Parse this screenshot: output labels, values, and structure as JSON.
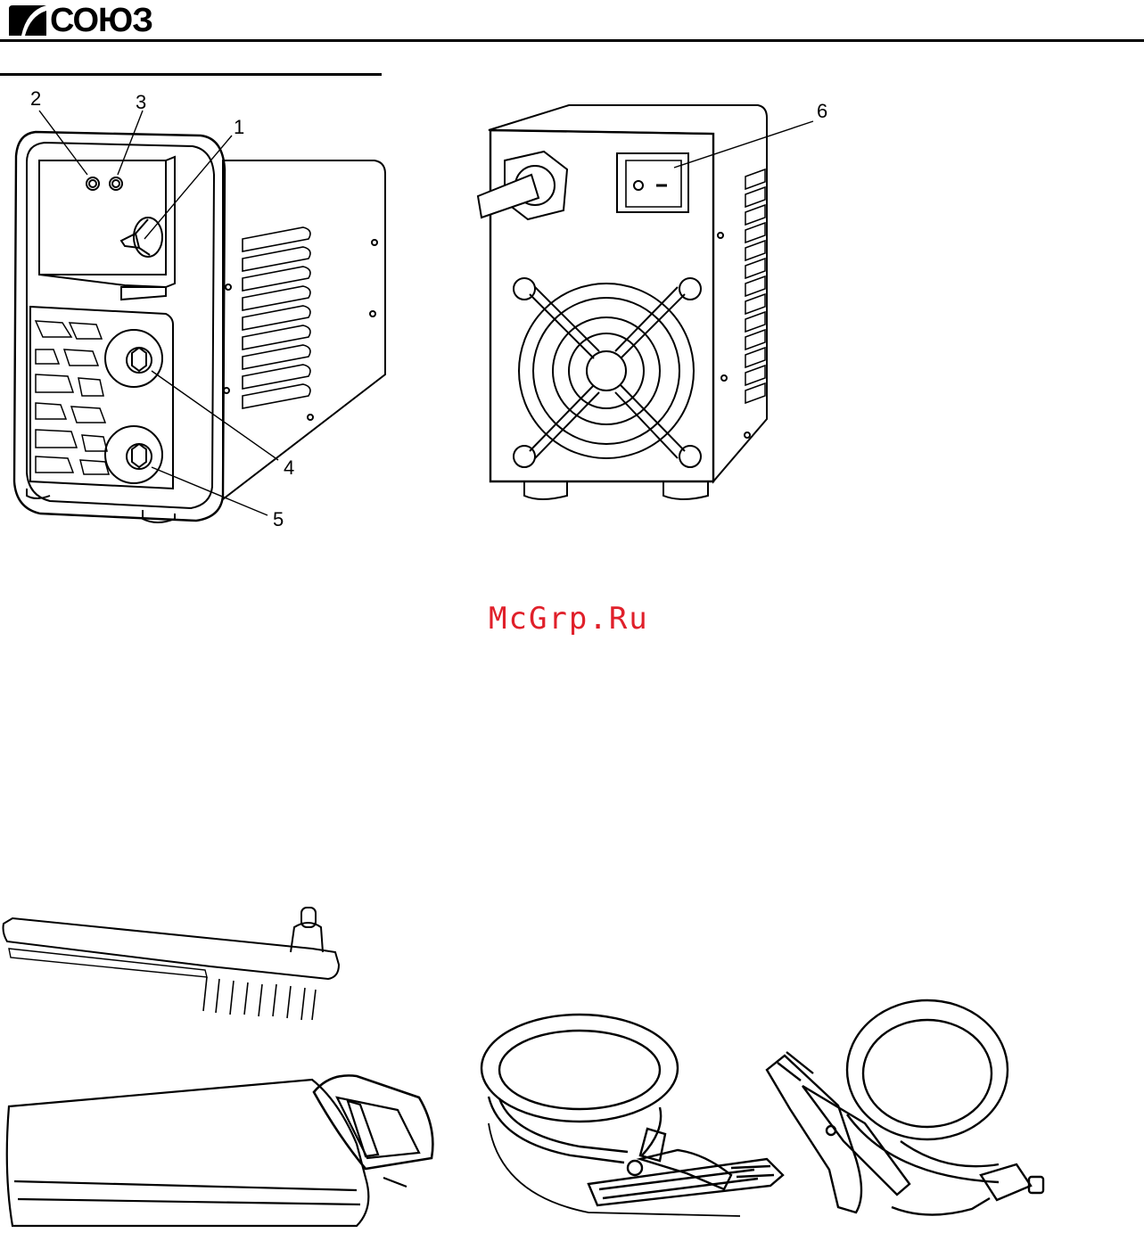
{
  "header": {
    "brand": "СОЮЗ",
    "logo_icon": "brand-swoosh-icon"
  },
  "figures": {
    "front_view": {
      "callouts": [
        {
          "id": "1",
          "label": "1"
        },
        {
          "id": "2",
          "label": "2"
        },
        {
          "id": "3",
          "label": "3"
        },
        {
          "id": "4",
          "label": "4"
        },
        {
          "id": "5",
          "label": "5"
        }
      ]
    },
    "rear_view": {
      "callouts": [
        {
          "id": "6",
          "label": "6"
        }
      ]
    }
  },
  "watermark": "McGrp.Ru",
  "colors": {
    "ink": "#000000",
    "watermark": "#e0202a",
    "background": "#ffffff"
  }
}
